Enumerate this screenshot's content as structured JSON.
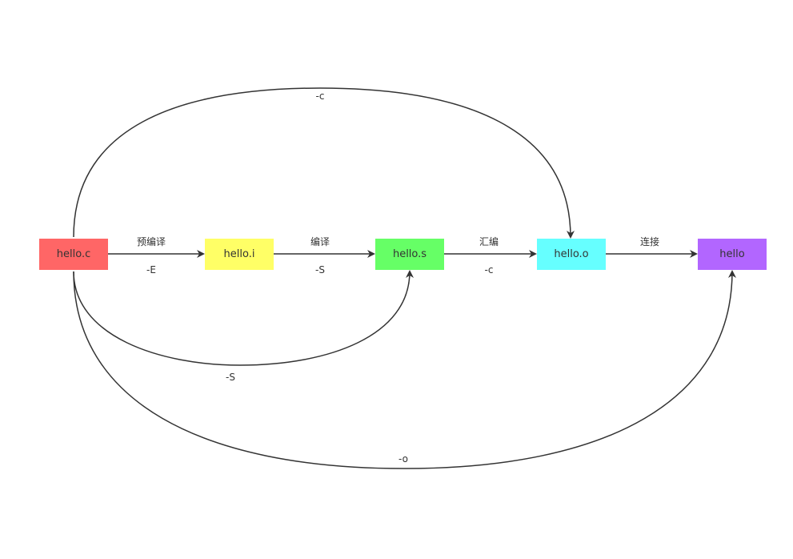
{
  "nodes": [
    {
      "id": "hello-c",
      "label": "hello.c",
      "color": "#FF6666"
    },
    {
      "id": "hello-i",
      "label": "hello.i",
      "color": "#FFFF66"
    },
    {
      "id": "hello-s",
      "label": "hello.s",
      "color": "#66FF66"
    },
    {
      "id": "hello-o",
      "label": "hello.o",
      "color": "#66FFFF"
    },
    {
      "id": "hello",
      "label": "hello",
      "color": "#B266FF"
    }
  ],
  "edges": {
    "preprocess": {
      "stage": "预编译",
      "flag": "-E"
    },
    "compile": {
      "stage": "编译",
      "flag": "-S"
    },
    "assemble": {
      "stage": "汇编",
      "flag": "-c"
    },
    "link": {
      "stage": "连接"
    },
    "c_to_o": {
      "flag": "-c"
    },
    "c_to_s": {
      "flag": "-S"
    },
    "c_to_exe": {
      "flag": "-o"
    }
  },
  "line_color": "#333333"
}
